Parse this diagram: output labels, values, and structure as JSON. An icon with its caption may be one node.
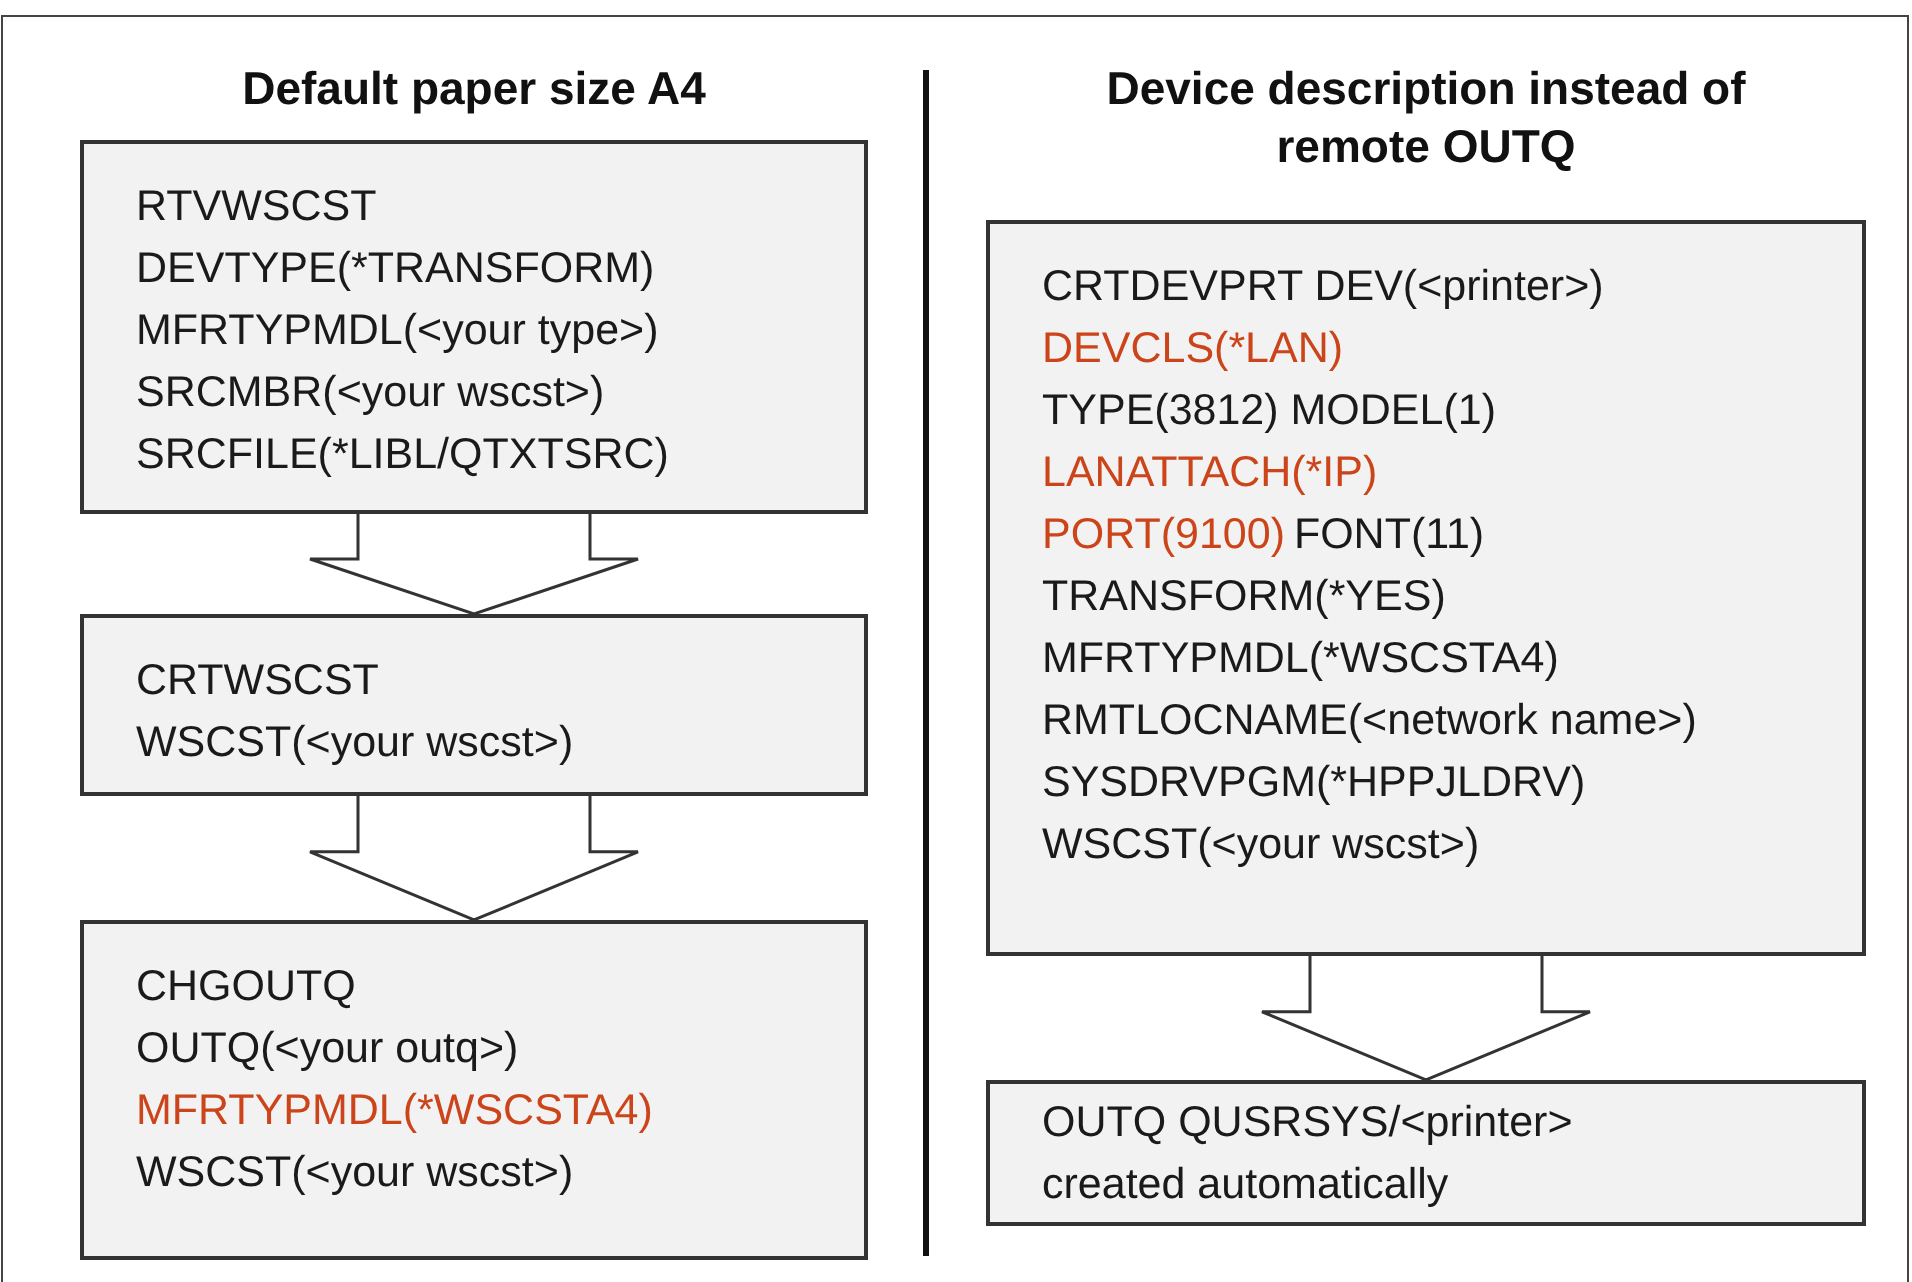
{
  "diagram": {
    "nodes": [
      {
        "text": [
          "RTVWSCST",
          "DEVTYPE(*TRANSFORM)",
          "MFRTYPMDL(<your type>)",
          "SRCMBR(<your wscst>)",
          "SRCFILE(*LIBL/QTXTSRC)"
        ]
      },
      {
        "text": [
          "CRTWSCST",
          "WSCST(<your wscst>)"
        ]
      },
      {
        "text": [
          "CHGOUTQ",
          "OUTQ(<your outq>)",
          "MFRTYPMDL(*WSCSTA4)",
          "WSCST(<your wscst>)"
        ]
      },
      {
        "text": [
          "CRTDEVPRT DEV(<printer>)",
          "DEVCLS(*LAN)",
          "TYPE(3812) MODEL(1)",
          "LANATTACH(*IP)",
          "PORT(9100)",
          "FONT(11)",
          "TRANSFORM(*YES)",
          "MFRTYPMDL(*WSCSTA4)",
          "RMTLOCNAME(<network name>)",
          "SYSDRVPGM(*HPPJLDRV)",
          "WSCST(<your wscst>)"
        ]
      },
      {
        "text": [
          "OUTQ QUSRSYS/<printer> created automatically"
        ]
      }
    ],
    "edges": [
      {
        "from": 0,
        "to": 1,
        "arrow": "to"
      },
      {
        "from": 1,
        "to": 2,
        "arrow": "to"
      },
      {
        "from": 3,
        "to": 4,
        "arrow": "to"
      }
    ],
    "labels": [
      "Default paper size A4",
      "Device description instead of remote OUTQ"
    ]
  }
}
